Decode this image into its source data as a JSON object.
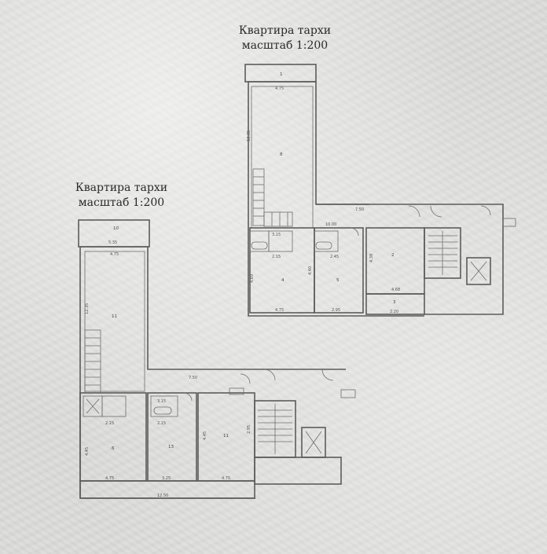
{
  "plans": {
    "right": {
      "title_line1": "Квартира тархи",
      "title_line2": "масштаб 1:200",
      "dims": [
        "4.75",
        "12.35",
        "7.50",
        "3.15",
        "2.15",
        "10.00",
        "2.45",
        "4.40",
        "4.68",
        "4.75",
        "2.95",
        "4.69",
        "4.38",
        "2.20"
      ],
      "rooms": [
        "1",
        "8",
        "4",
        "5",
        "2",
        "3"
      ]
    },
    "left": {
      "title_line1": "Квартира тархи",
      "title_line2": "масштаб 1:200",
      "dims": [
        "5.35",
        "4.75",
        "12.35",
        "7.50",
        "2.15",
        "2.15",
        "4.75",
        "3.25",
        "4.45",
        "4.75",
        "3.15",
        "4.45",
        "12.50",
        "2.95"
      ],
      "rooms": [
        "10",
        "11",
        "6",
        "13",
        "11"
      ]
    }
  }
}
